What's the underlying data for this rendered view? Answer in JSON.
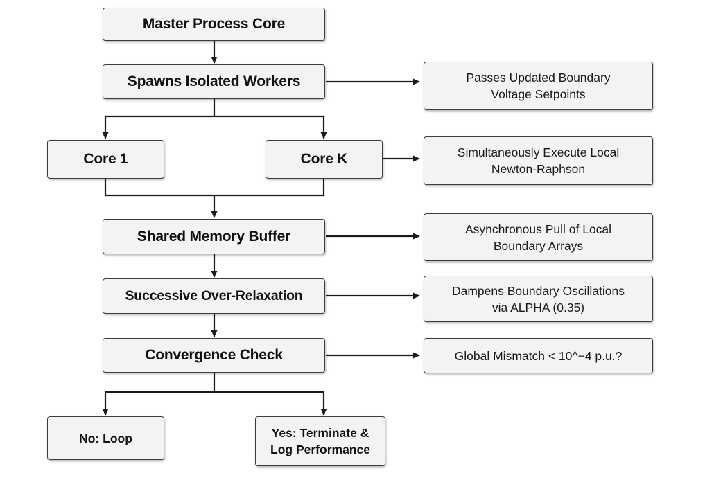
{
  "nodes": {
    "master": "Master Process Core",
    "spawn": "Spawns Isolated Workers",
    "core1": "Core 1",
    "corek": "Core K",
    "shared": "Shared Memory Buffer",
    "sor": "Successive Over-Relaxation",
    "conv": "Convergence Check",
    "no_loop": "No: Loop",
    "yes_line1": "Yes: Terminate &",
    "yes_line2": "Log Performance"
  },
  "notes": {
    "passes_line1": "Passes Updated Boundary",
    "passes_line2": "Voltage Setpoints",
    "simul_line1": "Simultaneously Execute Local",
    "simul_line2": "Newton-Raphson",
    "async_line1": "Asynchronous Pull of Local",
    "async_line2": "Boundary Arrays",
    "damp_line1": "Dampens Boundary Oscillations",
    "damp_line2": "via ALPHA (0.35)",
    "global": "Global Mismatch < 10^−4 p.u.?"
  },
  "colors": {
    "box_fill": "#f3f3f3",
    "stroke": "#1a1a1a"
  }
}
